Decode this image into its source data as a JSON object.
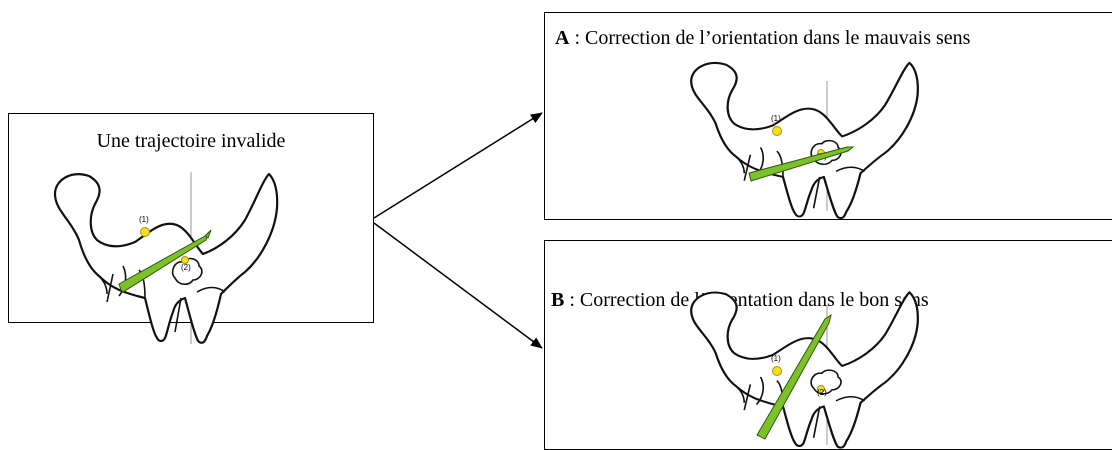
{
  "colors": {
    "needle": "#7cc12a",
    "marker": "#f0e020",
    "border": "#000000"
  },
  "left_panel": {
    "title": "Une trajectoire invalide",
    "label1": "(1)",
    "label2": "(2)"
  },
  "panel_a": {
    "letter": "A",
    "caption": " : Correction de l’orientation dans le mauvais sens",
    "label1": "(1)",
    "label2": "(2)"
  },
  "panel_b": {
    "letter": "B",
    "caption": " : Correction de l’orientation dans le bon sens",
    "label1": "(1)",
    "label2": "(2)"
  }
}
